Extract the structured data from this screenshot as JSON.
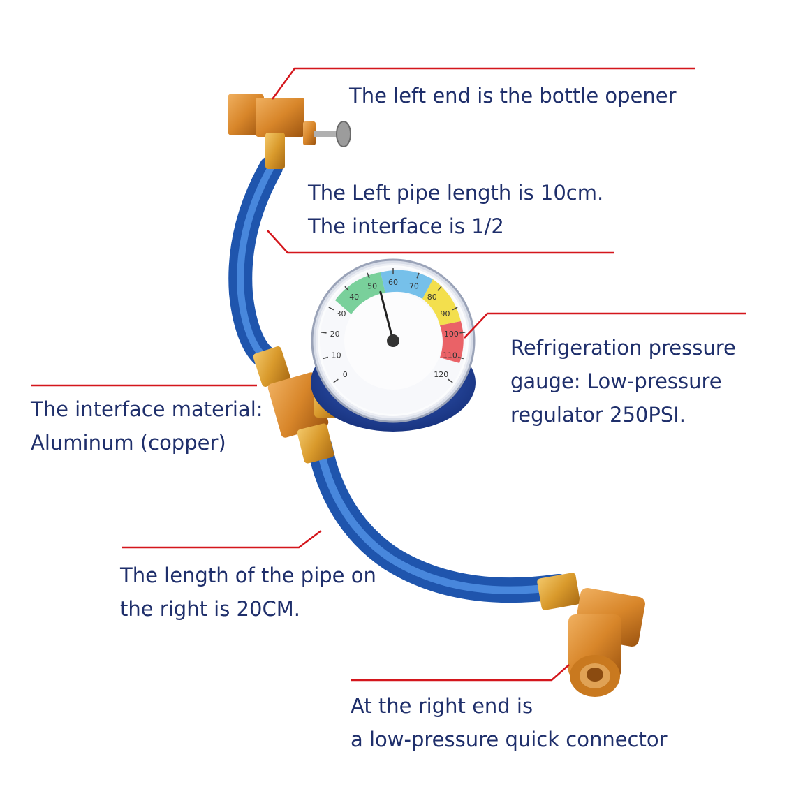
{
  "labels": {
    "bottle_opener": {
      "line1": "The left end is the bottle opener"
    },
    "left_pipe": {
      "line1": "The Left pipe length is 10cm.",
      "line2": "The interface is 1/2"
    },
    "gauge": {
      "line1": "Refrigeration pressure",
      "line2": "gauge: Low-pressure",
      "line3": "regulator 250PSI."
    },
    "interface_material": {
      "line1": "The interface material:",
      "line2": "Aluminum (copper)"
    },
    "right_pipe": {
      "line1": "The length of the pipe on",
      "line2": "the right is 20CM."
    },
    "connector": {
      "line1": "At the right end is",
      "line2": "a low-pressure quick connector"
    }
  },
  "gauge_dial": {
    "outer_scale": [
      "0",
      "10",
      "20",
      "30",
      "40",
      "50",
      "60",
      "70",
      "80",
      "90",
      "100",
      "110",
      "120"
    ],
    "needle_value": 53
  },
  "colors": {
    "leader_line": "#d4161c",
    "label_text": "#1f2f6b",
    "hose": "#2a6fd0",
    "brass": "#d9a23a",
    "gauge_body": "#1f3f9c",
    "zone_green": "#63c98a",
    "zone_blue": "#5fb6e6",
    "zone_yellow": "#f2dc3a",
    "zone_red": "#e8484c"
  }
}
